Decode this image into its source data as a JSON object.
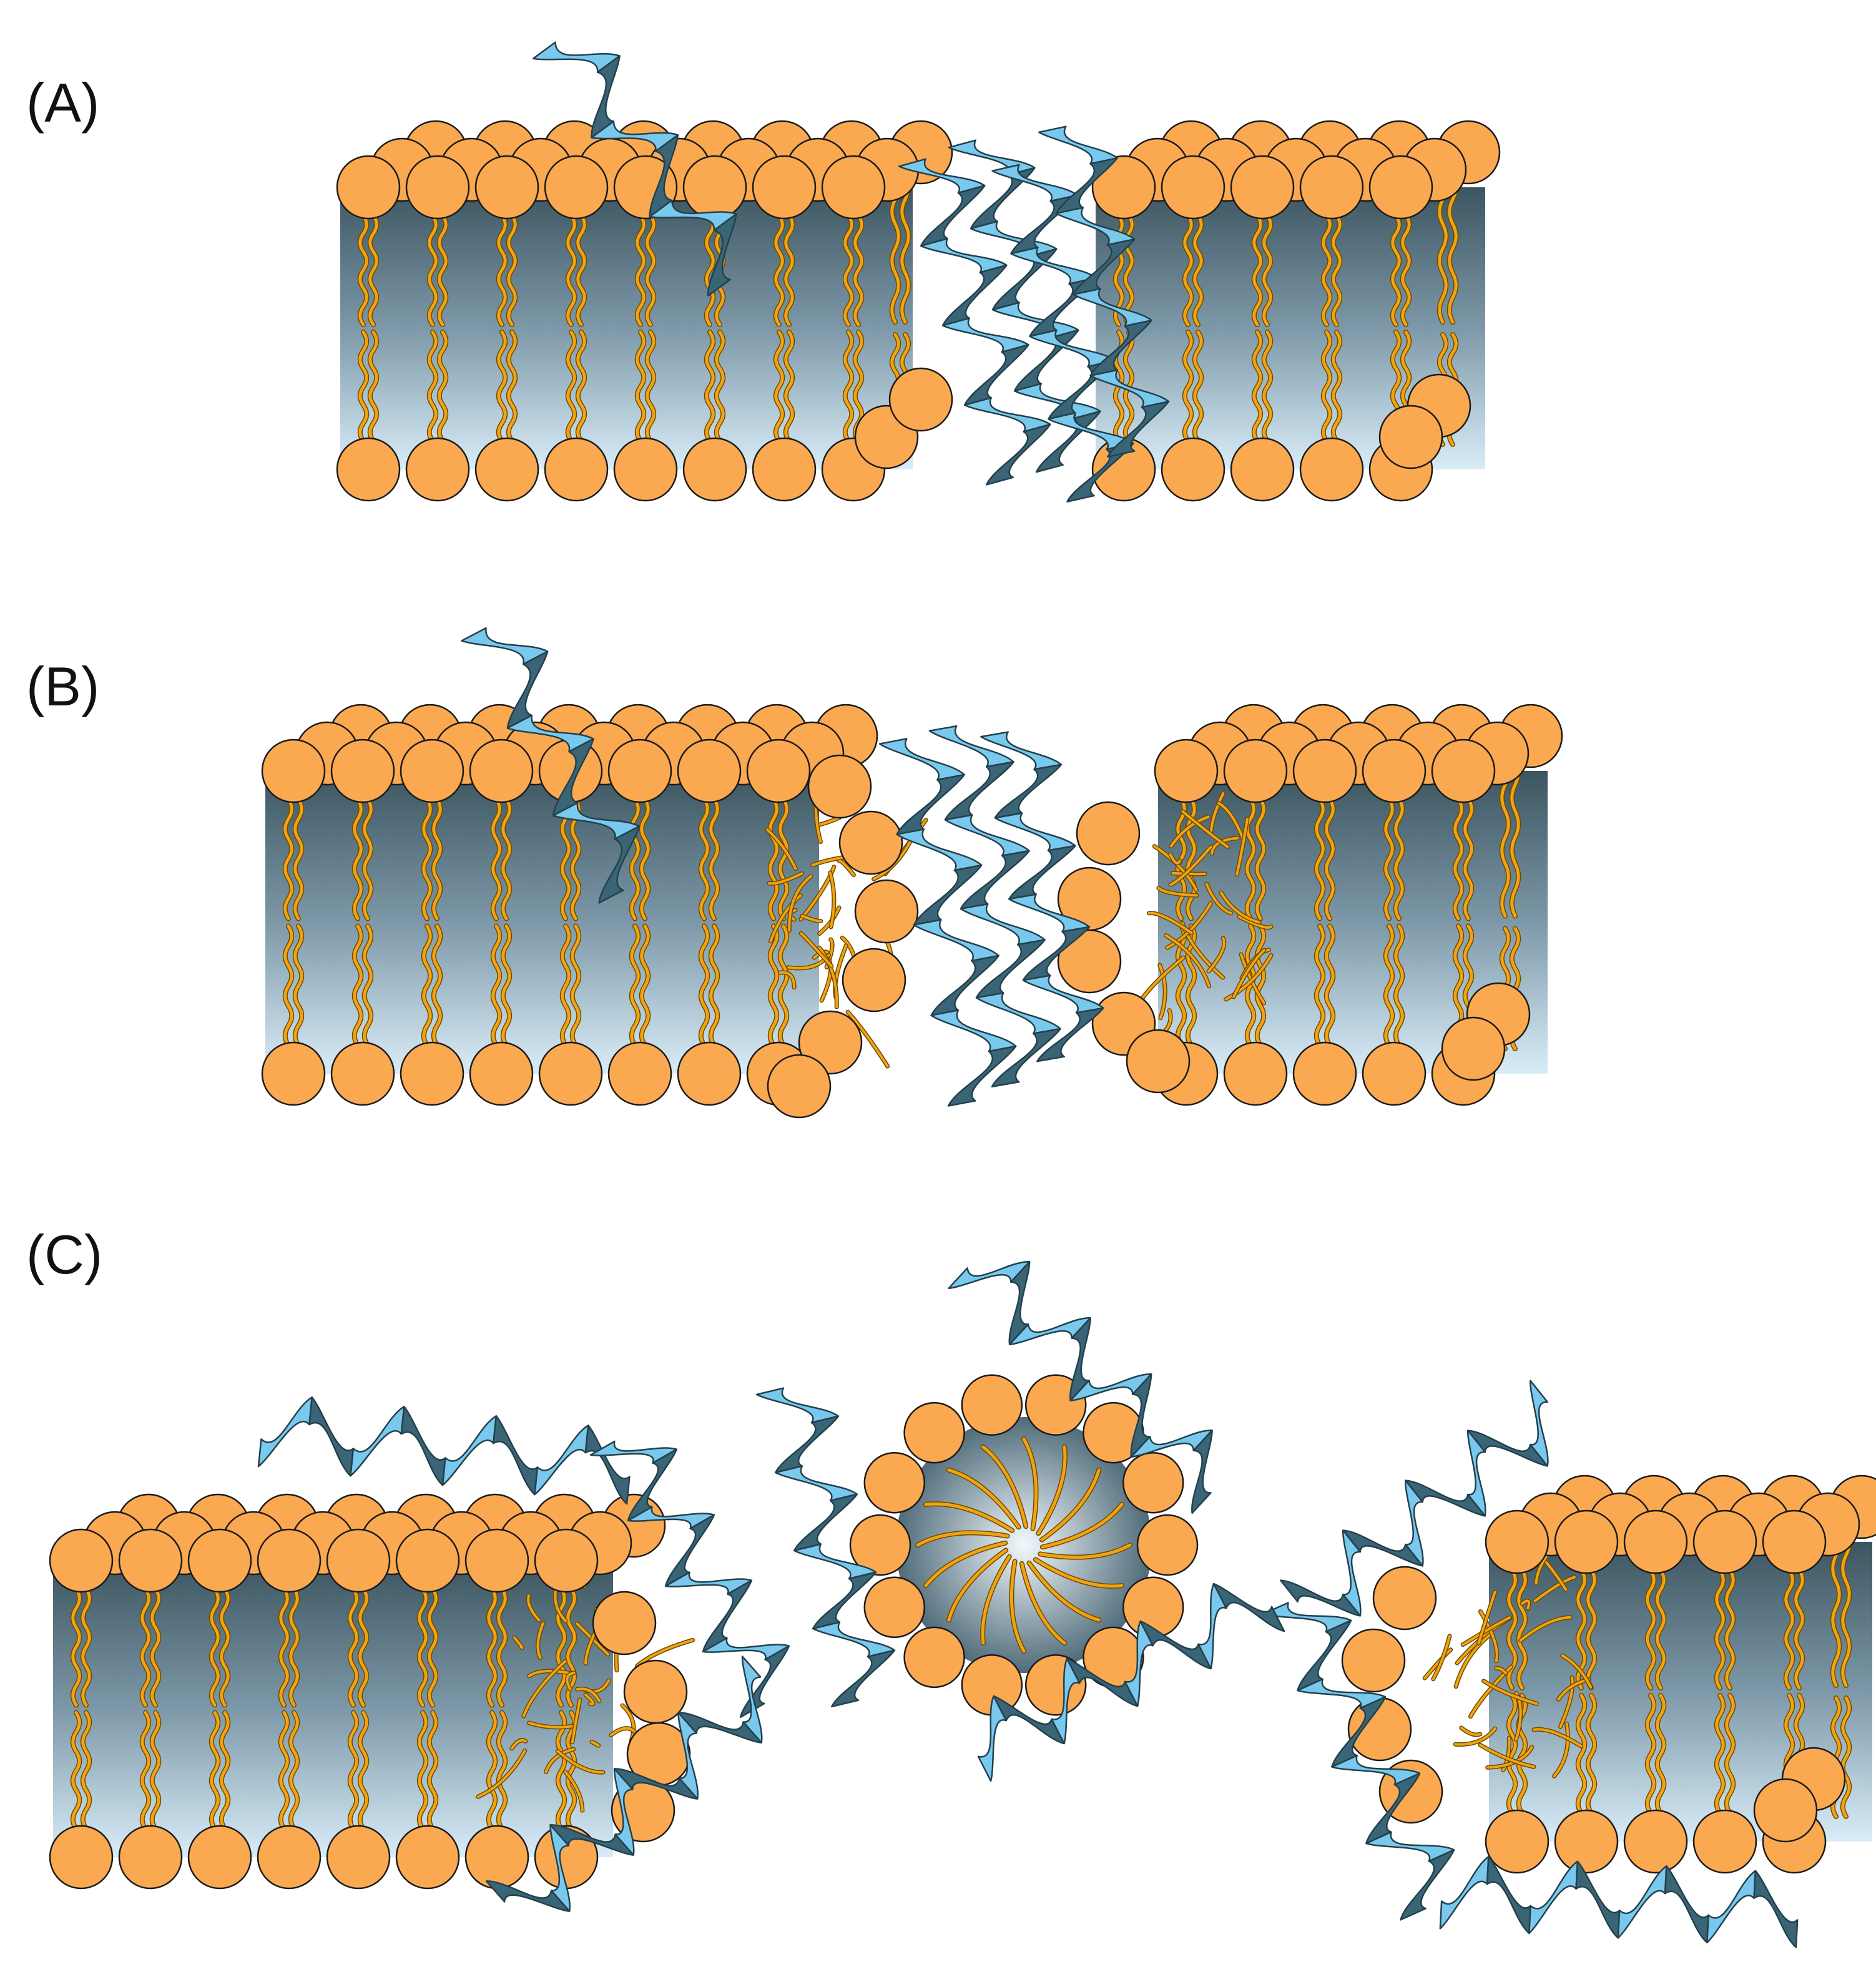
{
  "panels": [
    {
      "label": "(A)"
    },
    {
      "label": "(B)"
    },
    {
      "label": "(C)"
    }
  ],
  "colors": {
    "lipid_head": "#FBA951",
    "lipid_head_stroke": "#1a1a1a",
    "tail": "#F2A312",
    "tail_stroke": "#6b4a00",
    "core_top": "#3c5560",
    "core_bottom": "#d6ecf7",
    "helix_light": "#79C9EF",
    "helix_dark": "#3A6577",
    "helix_stroke": "#23404c"
  },
  "icons": {
    "head": "lipid-head-circle",
    "tail": "lipid-tail-squiggle",
    "peptide": "alpha-helix-ribbon"
  }
}
